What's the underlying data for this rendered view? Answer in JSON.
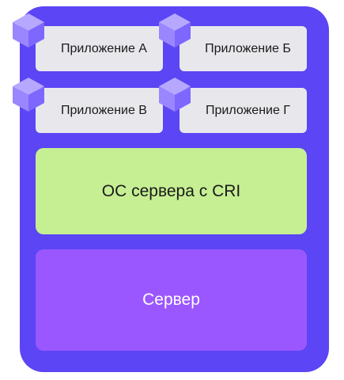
{
  "diagram": {
    "apps": [
      {
        "label": "Приложение А"
      },
      {
        "label": "Приложение Б"
      },
      {
        "label": "Приложение В"
      },
      {
        "label": "Приложение Г"
      }
    ],
    "os_label": "ОС сервера с CRI",
    "server_label": "Сервер"
  },
  "colors": {
    "frame": "#5b45f4",
    "app_box": "#e8e8ec",
    "os_box": "#c6ef93",
    "server_box": "#9b57ff",
    "cube_light": "#b7a8ff",
    "cube_mid": "#9a87ff",
    "cube_dark": "#7d67ff"
  },
  "icons": [
    "cube-icon"
  ]
}
